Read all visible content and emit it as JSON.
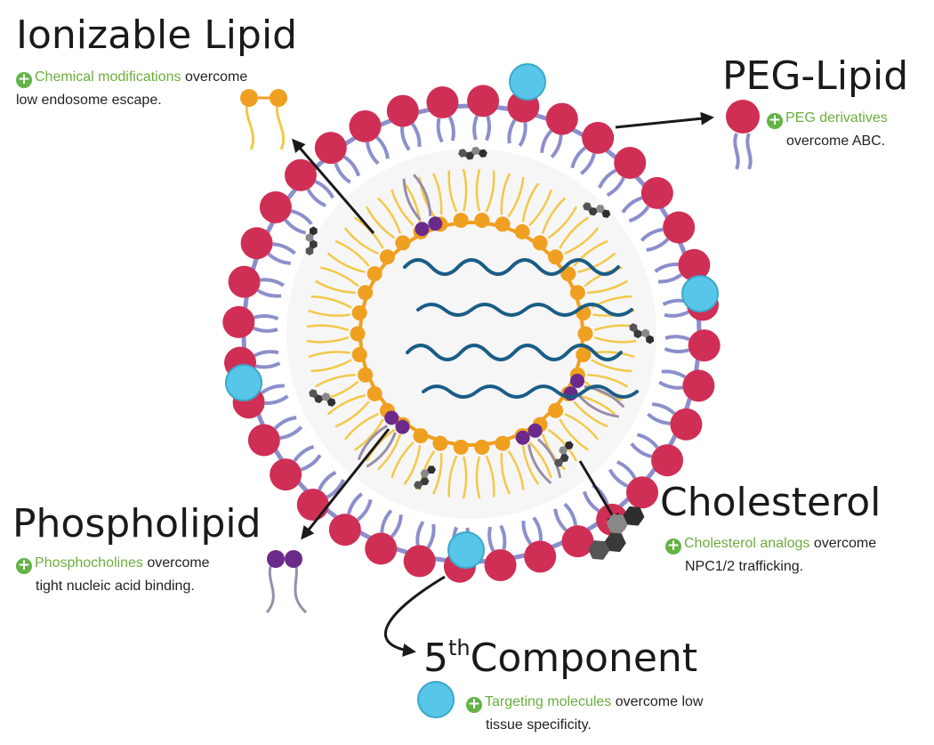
{
  "components": [
    {
      "id": "ionizable",
      "title": "Ionizable Lipid",
      "highlight": "Chemical modifications",
      "rest1": "overcome",
      "rest2": "low endosome escape."
    },
    {
      "id": "peg",
      "title": "PEG-Lipid",
      "highlight": "PEG derivatives",
      "rest2": "overcome ABC."
    },
    {
      "id": "phospho",
      "title": "Phospholipid",
      "highlight": "Phosphocholines",
      "rest1": "overcome",
      "rest2": "tight nucleic acid binding."
    },
    {
      "id": "chol",
      "title": "Cholesterol",
      "highlight": "Cholesterol analogs",
      "rest1": "overcome",
      "rest2": "NPC1/2 trafficking."
    },
    {
      "id": "fifth",
      "title_main": "5",
      "title_sup": "th",
      "title_rest": "Component",
      "highlight": "Targeting molecules",
      "rest1": "overcome low",
      "rest2": "tissue specificity."
    }
  ],
  "colors": {
    "peg_head": "#d02f55",
    "peg_tail": "#8c8fcc",
    "ion_head": "#f0a020",
    "ion_tail": "#f3c84a",
    "phospho_head": "#6b2a8a",
    "phospho_tail": "#9a8da8",
    "cholesterol": "#3a3a3a",
    "target": "#58c6e8",
    "rna": "#1a5d86",
    "plus": "#63b346",
    "highlight": "#6cae3e"
  }
}
